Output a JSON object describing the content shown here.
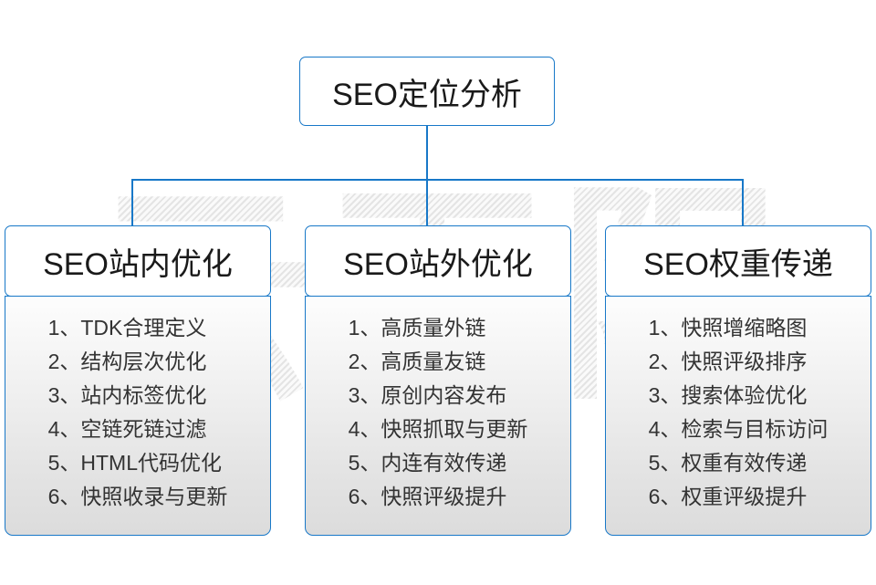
{
  "diagram": {
    "watermark": "云无限",
    "accent_color": "#1878c8",
    "root": {
      "label": "SEO定位分析"
    },
    "branches": [
      {
        "id": "on-site",
        "title": "SEO站内优化",
        "items": [
          "1、TDK合理定义",
          "2、结构层次优化",
          "3、站内标签优化",
          "4、空链死链过滤",
          "5、HTML代码优化",
          "6、快照收录与更新"
        ]
      },
      {
        "id": "off-site",
        "title": "SEO站外优化",
        "items": [
          "1、高质量外链",
          "2、高质量友链",
          "3、原创内容发布",
          "4、快照抓取与更新",
          "5、内连有效传递",
          "6、快照评级提升"
        ]
      },
      {
        "id": "weight-transfer",
        "title": "SEO权重传递",
        "items": [
          "1、快照增缩略图",
          "2、快照评级排序",
          "3、搜索体验优化",
          "4、检索与目标访问",
          "5、权重有效传递",
          "6、权重评级提升"
        ]
      }
    ]
  }
}
